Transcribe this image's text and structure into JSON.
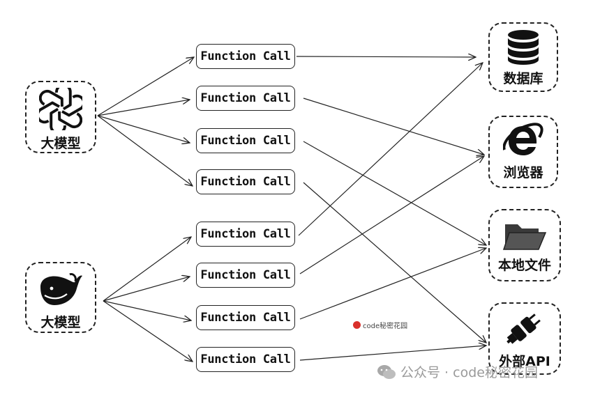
{
  "models": [
    {
      "label": "大模型",
      "icon": "openai-logo-icon"
    },
    {
      "label": "大模型",
      "icon": "deepseek-whale-icon"
    }
  ],
  "function_calls": [
    {
      "label": "Function Call"
    },
    {
      "label": "Function Call"
    },
    {
      "label": "Function Call"
    },
    {
      "label": "Function Call"
    },
    {
      "label": "Function Call"
    },
    {
      "label": "Function Call"
    },
    {
      "label": "Function Call"
    },
    {
      "label": "Function Call"
    }
  ],
  "targets": [
    {
      "label": "数据库",
      "icon": "database-icon"
    },
    {
      "label": "浏览器",
      "icon": "internet-explorer-icon"
    },
    {
      "label": "本地文件",
      "icon": "folder-icon"
    },
    {
      "label": "外部API",
      "icon": "plug-icon"
    }
  ],
  "watermark": {
    "center_text": "code秘密花园",
    "bottom_text": "公众号 · code秘密花园"
  },
  "colors": {
    "stroke": "#222222",
    "watermark": "#9a9a9a",
    "accent_red": "#d9302b"
  }
}
